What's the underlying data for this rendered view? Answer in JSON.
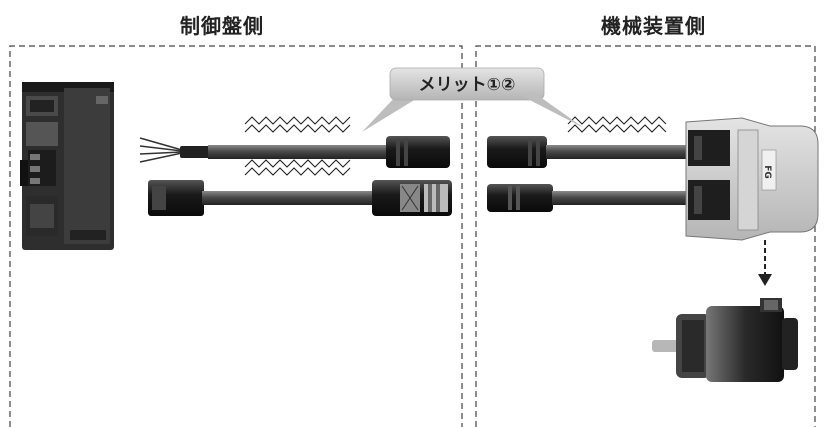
{
  "sections": {
    "left_title": "制御盤側",
    "right_title": "機械装置側"
  },
  "callout": {
    "label": "メリット①②"
  },
  "connector_badge": "FG",
  "colors": {
    "frame_dash": "#444444",
    "callout_fill": "#c9c9c9",
    "cable": "#555555",
    "connector": "#1c1c1c"
  }
}
